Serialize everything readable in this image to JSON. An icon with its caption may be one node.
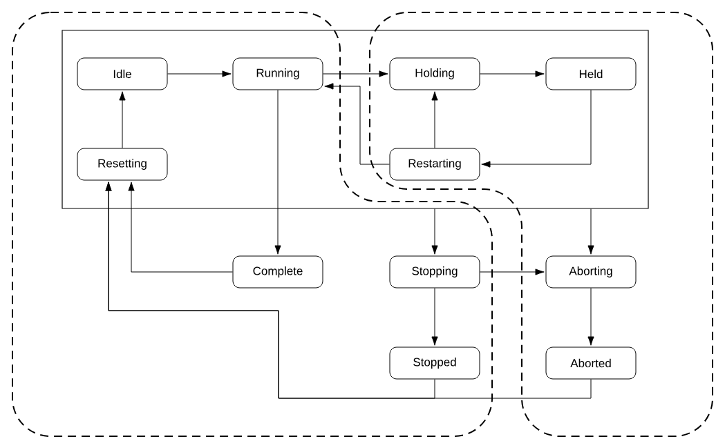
{
  "diagram": {
    "nodes": [
      {
        "text": [],
        "shape": "box"
      },
      {
        "text": [
          "Idle"
        ],
        "in": 0
      },
      {
        "text": [
          "Running"
        ],
        "in": 0
      },
      {
        "text": [
          "Holding"
        ],
        "in": 0
      },
      {
        "text": [
          "Held"
        ],
        "in": 0
      },
      {
        "text": [
          "Resetting"
        ],
        "in": 0
      },
      {
        "text": [
          "Restarting"
        ],
        "in": 0
      },
      {
        "text": [
          "Complete"
        ]
      },
      {
        "text": [
          "Stopping"
        ]
      },
      {
        "text": [
          "Aborting"
        ]
      },
      {
        "text": [
          "Stopped"
        ]
      },
      {
        "text": [
          "Aborted"
        ]
      }
    ],
    "edges": [
      {
        "from": 1,
        "to": 2,
        "arrow": "to"
      },
      {
        "from": 2,
        "to": 3,
        "arrow": "to"
      },
      {
        "from": 3,
        "to": 4,
        "arrow": "to"
      },
      {
        "from": 5,
        "to": 1,
        "arrow": "to"
      },
      {
        "from": 6,
        "to": 3,
        "arrow": "to"
      },
      {
        "from": 4,
        "to": 6,
        "arrow": "to"
      },
      {
        "from": 6,
        "to": 2,
        "arrow": "to"
      },
      {
        "from": 2,
        "to": 7,
        "arrow": "to"
      },
      {
        "from": 7,
        "to": 5,
        "arrow": "to"
      },
      {
        "from": 0,
        "to": 8,
        "arrow": "to"
      },
      {
        "from": 0,
        "to": 9,
        "arrow": "to"
      },
      {
        "from": 8,
        "to": 9,
        "arrow": "to"
      },
      {
        "from": 8,
        "to": 10,
        "arrow": "to"
      },
      {
        "from": 9,
        "to": 11,
        "arrow": "to"
      },
      {
        "from": 10,
        "to": 5,
        "arrow": "to"
      },
      {
        "from": 11,
        "to": 5,
        "arrow": "to"
      }
    ]
  }
}
